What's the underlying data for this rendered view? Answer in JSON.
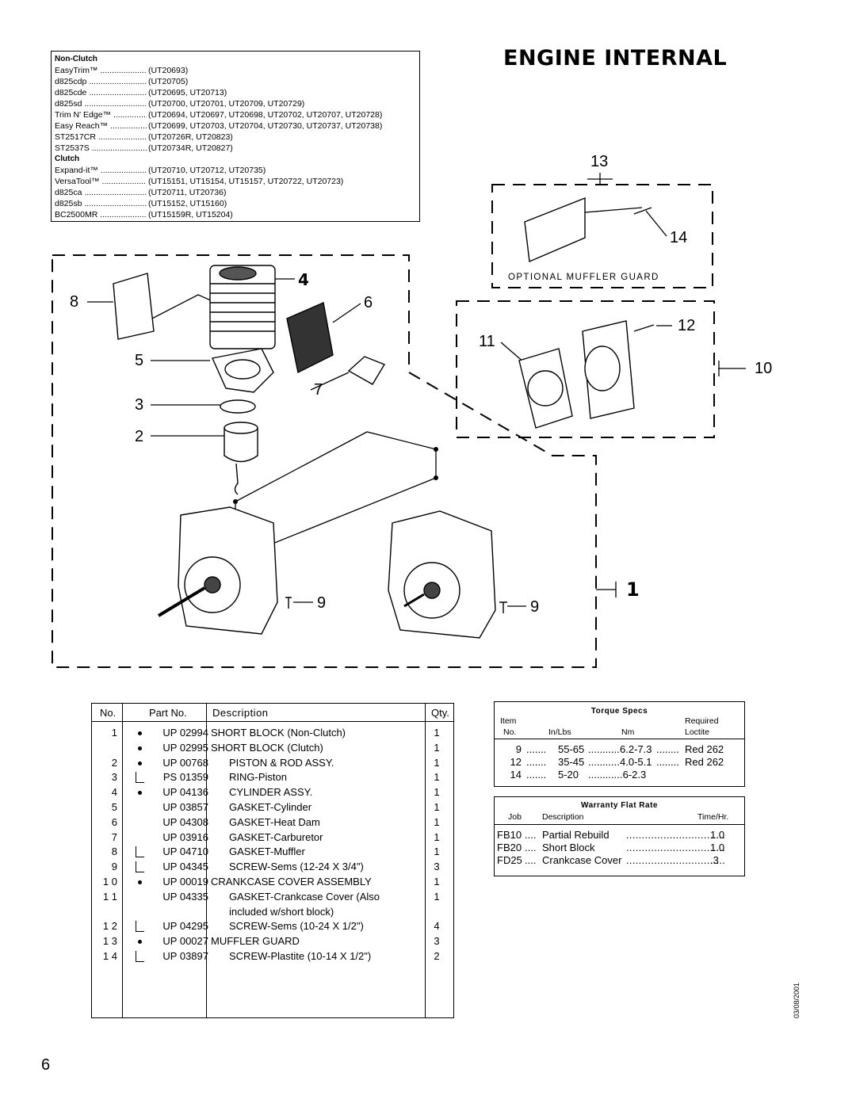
{
  "title": "ENGINE INTERNAL",
  "page_number": "6",
  "date_stamp": "03/08/2001",
  "models": {
    "non_clutch_heading": "Non-Clutch",
    "clutch_heading": "Clutch",
    "non_clutch": [
      {
        "name": "EasyTrim™",
        "codes": "(UT20693)"
      },
      {
        "name": "d825cdp",
        "codes": "(UT20705)"
      },
      {
        "name": "d825cde",
        "codes": "(UT20695, UT20713)"
      },
      {
        "name": "d825sd",
        "codes": "(UT20700, UT20701, UT20709, UT20729)"
      },
      {
        "name": "Trim N' Edge™",
        "codes": "(UT20694, UT20697, UT20698, UT20702, UT20707, UT20728)"
      },
      {
        "name": "Easy Reach™",
        "codes": "(UT20699, UT20703, UT20704, UT20730, UT20737, UT20738)"
      },
      {
        "name": "ST2517CR",
        "codes": "(UT20726R, UT20823)"
      },
      {
        "name": "ST2537S",
        "codes": "(UT20734R, UT20827)"
      }
    ],
    "clutch": [
      {
        "name": "Expand-it™",
        "codes": "(UT20710, UT20712, UT20735)"
      },
      {
        "name": "VersaTool™",
        "codes": "(UT15151, UT15154, UT15157, UT20722, UT20723)"
      },
      {
        "name": "d825ca",
        "codes": "(UT20711, UT20736)"
      },
      {
        "name": "d825sb",
        "codes": "(UT15152, UT15160)"
      },
      {
        "name": "BC2500MR",
        "codes": "(UT15159R, UT15204)"
      }
    ]
  },
  "diagram": {
    "optional_label": "OPTIONAL MUFFLER GUARD",
    "callouts": [
      "1",
      "2",
      "3",
      "4",
      "5",
      "6",
      "7",
      "8",
      "9",
      "9",
      "10",
      "11",
      "12",
      "13",
      "14"
    ]
  },
  "parts_table": {
    "headers": {
      "no": "No.",
      "part": "Part No.",
      "desc": "Description",
      "qty": "Qty."
    },
    "rows": [
      {
        "no": "1",
        "part": "UP 02994",
        "desc": "SHORT BLOCK (Non-Clutch)",
        "qty": "1",
        "dot": true,
        "indent": false
      },
      {
        "no": "",
        "part": "UP 02995",
        "desc": "SHORT BLOCK   (Clutch)",
        "qty": "1",
        "dot": true,
        "indent": false
      },
      {
        "no": "2",
        "part": "UP 00768",
        "desc": "PISTON & ROD ASSY.",
        "qty": "1",
        "dot": true,
        "indent": true
      },
      {
        "no": "3",
        "part": "PS 01359",
        "desc": "RING-Piston",
        "qty": "1",
        "dot": false,
        "indent": true,
        "bracket": true
      },
      {
        "no": "4",
        "part": "UP 04136",
        "desc": "CYLINDER ASSY.",
        "qty": "1",
        "dot": true,
        "indent": true
      },
      {
        "no": "5",
        "part": "UP 03857",
        "desc": "GASKET-Cylinder",
        "qty": "1",
        "dot": false,
        "indent": true,
        "indent2": true
      },
      {
        "no": "6",
        "part": "UP 04308",
        "desc": "GASKET-Heat Dam",
        "qty": "1",
        "dot": false,
        "indent": true,
        "indent2": true
      },
      {
        "no": "7",
        "part": "UP 03916",
        "desc": "GASKET-Carburetor",
        "qty": "1",
        "dot": false,
        "indent": true,
        "indent2": true
      },
      {
        "no": "8",
        "part": "UP 04710",
        "desc": "GASKET-Muffler",
        "qty": "1",
        "dot": false,
        "indent": true,
        "indent2": true,
        "bracket": true
      },
      {
        "no": "9",
        "part": "UP 04345",
        "desc": "SCREW-Sems (12-24 X 3/4\")",
        "qty": "3",
        "dot": false,
        "indent": true,
        "bracket": true
      },
      {
        "no": "1 0",
        "part": "UP 00019",
        "desc": "CRANKCASE COVER ASSEMBLY",
        "qty": "1",
        "dot": true,
        "indent": false
      },
      {
        "no": "1 1",
        "part": "UP 04335",
        "desc": "GASKET-Crankcase Cover (Also",
        "qty": "1",
        "dot": false,
        "indent": true
      },
      {
        "no": "",
        "part": "",
        "desc": "included w/short block)",
        "qty": "",
        "dot": false,
        "indent": true,
        "indent2": true
      },
      {
        "no": "1 2",
        "part": "UP 04295",
        "desc": "SCREW-Sems (10-24 X 1/2\")",
        "qty": "4",
        "dot": false,
        "indent": true,
        "bracket": true
      },
      {
        "no": "1 3",
        "part": "UP 00027",
        "desc": "MUFFLER GUARD",
        "qty": "3",
        "dot": true,
        "indent": false
      },
      {
        "no": "1 4",
        "part": "UP 03897",
        "desc": "SCREW-Plastite (10-14 X 1/2\")",
        "qty": "2",
        "dot": false,
        "indent": true,
        "bracket": true
      }
    ]
  },
  "torque": {
    "title": "Torque Specs",
    "h_item": "Item",
    "h_no": "No.",
    "h_inlbs": "In/Lbs",
    "h_nm": "Nm",
    "h_required": "Required",
    "h_loctite": "Loctite",
    "rows": [
      {
        "item": "9",
        "inlbs": "55-65",
        "nm": "6.2-7.3",
        "loctite": "Red 262"
      },
      {
        "item": "12",
        "inlbs": "35-45",
        "nm": "4.0-5.1",
        "loctite": "Red 262"
      },
      {
        "item": "14",
        "inlbs": "5-20",
        "nm": ".6-2.3",
        "loctite": ""
      }
    ]
  },
  "warranty": {
    "title": "Warranty Flat Rate",
    "h_job": "Job",
    "h_desc": "Description",
    "h_time": "Time/Hr.",
    "rows": [
      {
        "job": "FB10",
        "desc": "Partial Rebuild",
        "time": "1.0"
      },
      {
        "job": "FB20",
        "desc": "Short Block",
        "time": "1.0"
      },
      {
        "job": "FD25",
        "desc": "Crankcase Cover",
        "time": ".3"
      }
    ]
  }
}
